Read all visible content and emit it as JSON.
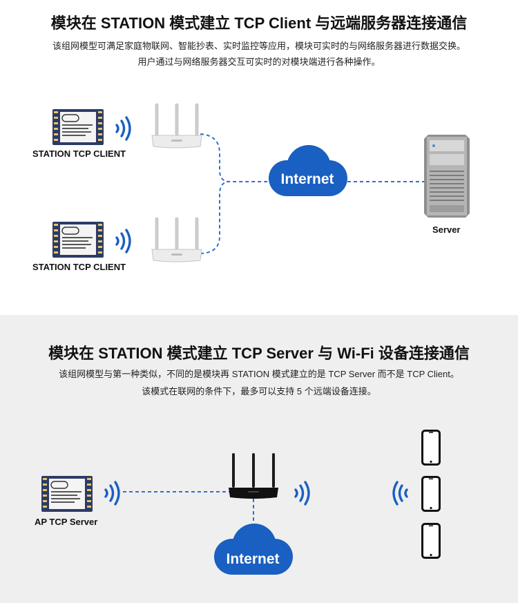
{
  "section1": {
    "title": "模块在 STATION 模式建立 TCP Client 与远端服务器连接通信",
    "desc_line1": "该组网模型可满足家庭物联网、智能抄表、实时监控等应用，模块可实时的与网络服务器进行数据交换。",
    "desc_line2": "用户通过与网络服务器交互可实时的对模块端进行各种操作。",
    "client1_label": "STATION TCP CLIENT",
    "client2_label": "STATION TCP CLIENT",
    "cloud_label": "Internet",
    "server_label": "Server"
  },
  "section2": {
    "title": "模块在 STATION 模式建立 TCP Server 与 Wi-Fi 设备连接通信",
    "desc_line1": "该组网模型与第一种类似，不同的是模块再 STATION 模式建立的是 TCP Server 而不是 TCP Client。",
    "desc_line2": "该模式在联网的条件下，最多可以支持 5 个远端设备连接。",
    "module_label": "AP TCP Server",
    "cloud_label": "Internet"
  },
  "colors": {
    "accent_blue": "#1a5fc2",
    "link_blue": "#2e6fd1",
    "section2_bg": "#efefef"
  },
  "icons": [
    "wifi-module-icon",
    "wifi-waves-icon",
    "router-icon",
    "cloud-icon",
    "server-icon",
    "smartphone-icon"
  ]
}
